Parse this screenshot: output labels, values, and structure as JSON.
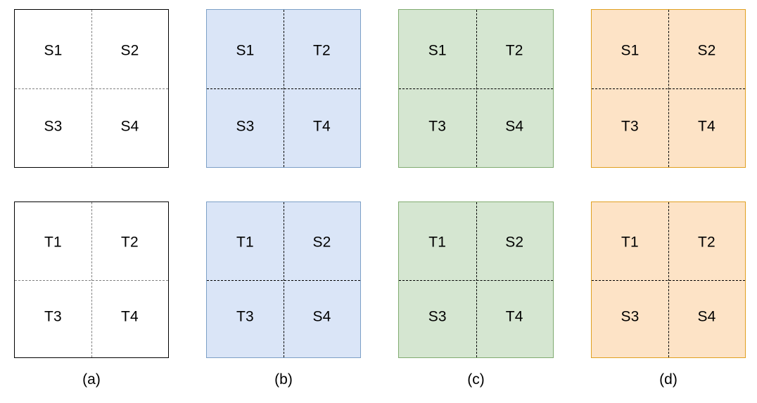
{
  "figure": {
    "background": "#ffffff",
    "panel_count": 4,
    "rows_per_panel": 2,
    "grid": "2x2 quadrants per box"
  },
  "styles": {
    "plain_fill": "#ffffff",
    "plain_border": "#000000",
    "plain_dash": "#808080",
    "blue_fill": "#dae5f7",
    "blue_border": "#7c9fc6",
    "green_fill": "#d5e6d1",
    "green_border": "#80ab70",
    "orange_fill": "#fde3c6",
    "orange_border": "#e0a020",
    "dash_color": "#000000",
    "text_color": "#000000"
  },
  "panels": [
    {
      "caption": "(a)",
      "fill": "#ffffff",
      "border": "#000000",
      "dash": "#808080",
      "top_box": {
        "cells": [
          "S1",
          "S2",
          "S3",
          "S4"
        ]
      },
      "bottom_box": {
        "cells": [
          "T1",
          "T2",
          "T3",
          "T4"
        ]
      }
    },
    {
      "caption": "(b)",
      "fill": "#dae5f7",
      "border": "#7c9fc6",
      "dash": "#000000",
      "top_box": {
        "cells": [
          "S1",
          "T2",
          "S3",
          "T4"
        ]
      },
      "bottom_box": {
        "cells": [
          "T1",
          "S2",
          "T3",
          "S4"
        ]
      }
    },
    {
      "caption": "(c)",
      "fill": "#d5e6d1",
      "border": "#80ab70",
      "dash": "#000000",
      "top_box": {
        "cells": [
          "S1",
          "T2",
          "T3",
          "S4"
        ]
      },
      "bottom_box": {
        "cells": [
          "T1",
          "S2",
          "S3",
          "T4"
        ]
      }
    },
    {
      "caption": "(d)",
      "fill": "#fde3c6",
      "border": "#e0a020",
      "dash": "#000000",
      "top_box": {
        "cells": [
          "S1",
          "S2",
          "T3",
          "T4"
        ]
      },
      "bottom_box": {
        "cells": [
          "T1",
          "T2",
          "S3",
          "S4"
        ]
      }
    }
  ]
}
